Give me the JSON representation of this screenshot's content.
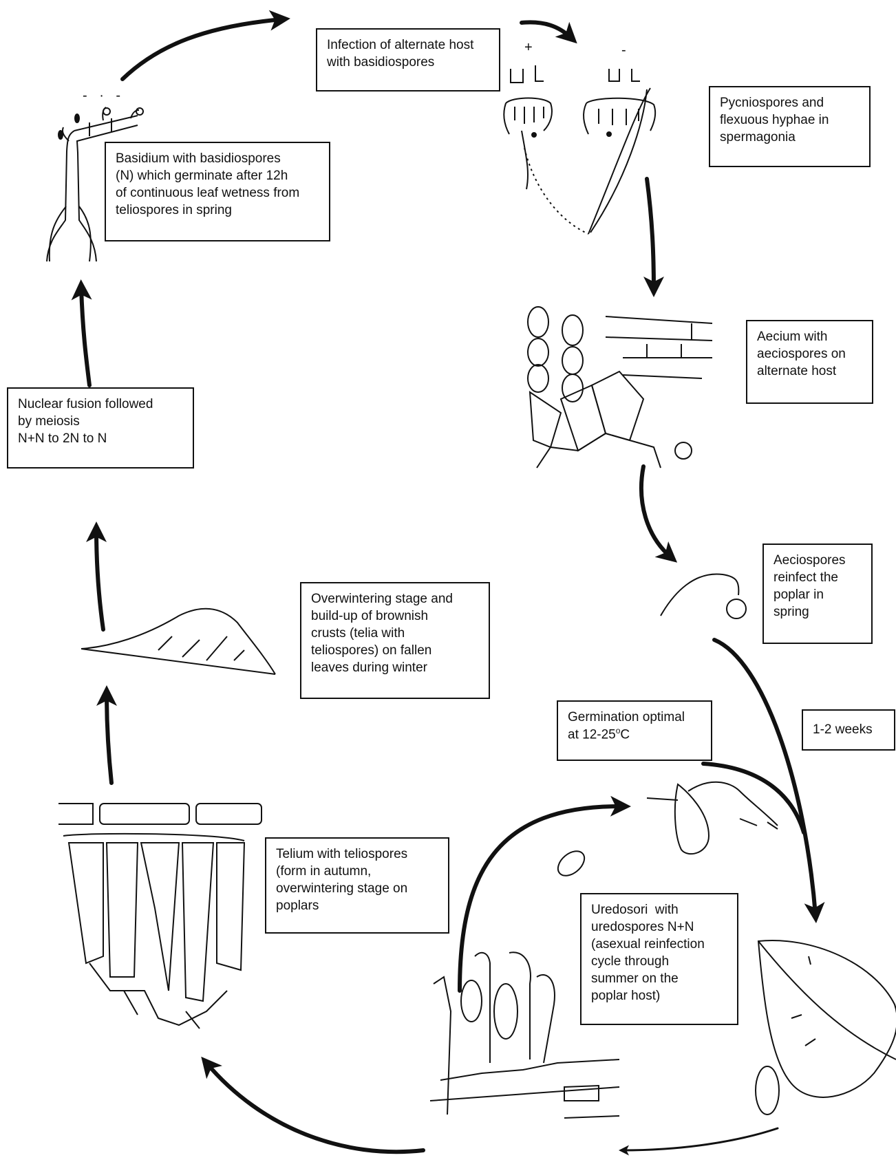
{
  "boxes": {
    "infection": {
      "lines": [
        "Infection of alternate host",
        "with basidiospores"
      ]
    },
    "pycniospores": {
      "lines": [
        "Pycniospores and",
        "flexuous hyphae in",
        "spermagonia"
      ]
    },
    "basidium": {
      "lines": [
        "Basidium with basidiospores",
        "(N) which germinate after 12h",
        "of continuous leaf wetness from",
        "teliospores in spring"
      ]
    },
    "aecium": {
      "lines": [
        "Aecium with",
        "aeciospores on",
        "alternate host"
      ]
    },
    "nuclear": {
      "lines": [
        "Nuclear fusion followed",
        "by meiosis",
        "N+N to 2N to N"
      ]
    },
    "aeciospores": {
      "lines": [
        "Aeciospores",
        "reinfect the",
        "poplar in",
        "spring"
      ]
    },
    "overwintering": {
      "lines": [
        "Overwintering stage and",
        "build-up of brownish",
        "crusts (telia with",
        "teliospores) on fallen",
        "leaves during winter"
      ]
    },
    "germination": {
      "line1_pre": "Germination optimal",
      "line2_pre": "at 12-25",
      "line2_sup": "o",
      "line2_post": "C"
    },
    "weeks": {
      "label": "1-2 weeks"
    },
    "telium": {
      "lines": [
        "Telium with teliospores",
        "(form in autumn,",
        "overwintering stage on",
        "poplars"
      ]
    },
    "uredosori": {
      "lines": [
        "Uredosori  with",
        "uredospores N+N",
        "(asexual reinfection",
        "cycle through",
        "summer on the",
        "poplar host)"
      ]
    }
  },
  "mating_signs": {
    "plus": "+",
    "minus": "-",
    "basidium_marks": "- · -"
  },
  "colors": {
    "ink": "#111111",
    "paper": "#ffffff"
  }
}
